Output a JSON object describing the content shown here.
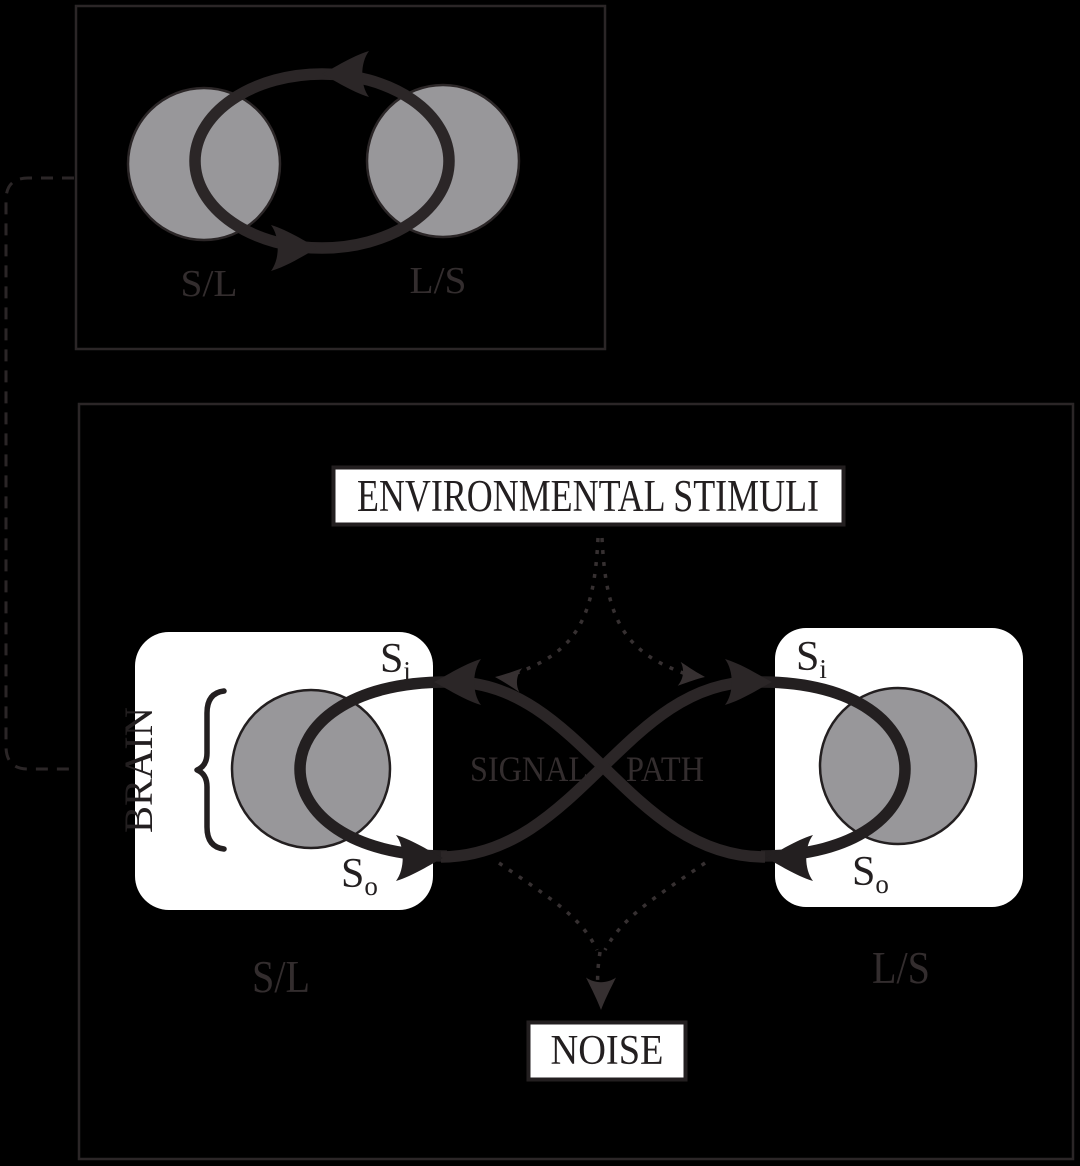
{
  "figure": {
    "description": "signal-loop diagram",
    "top_panel": {
      "left_label": "S/L",
      "right_label": "L/S"
    },
    "bottom_panel": {
      "stimuli_label": "ENVIRONMENTAL STIMULI",
      "noise_label": "NOISE",
      "signal_word": "SIGNAL",
      "path_word": "PATH",
      "brain_label": "BRAIN",
      "s_symbol": "S",
      "input_subscript": "i",
      "output_subscript": "o",
      "left_unit_label": "S/L",
      "right_unit_label": "L/S"
    }
  },
  "colors": {
    "background": "#000000",
    "ink": "#231f20",
    "ink_dim": "#2b2627",
    "label_gray": "#332d2e",
    "dot_gray": "#363031",
    "circle_gray": "#98979a",
    "panel_white": "#ffffff"
  }
}
